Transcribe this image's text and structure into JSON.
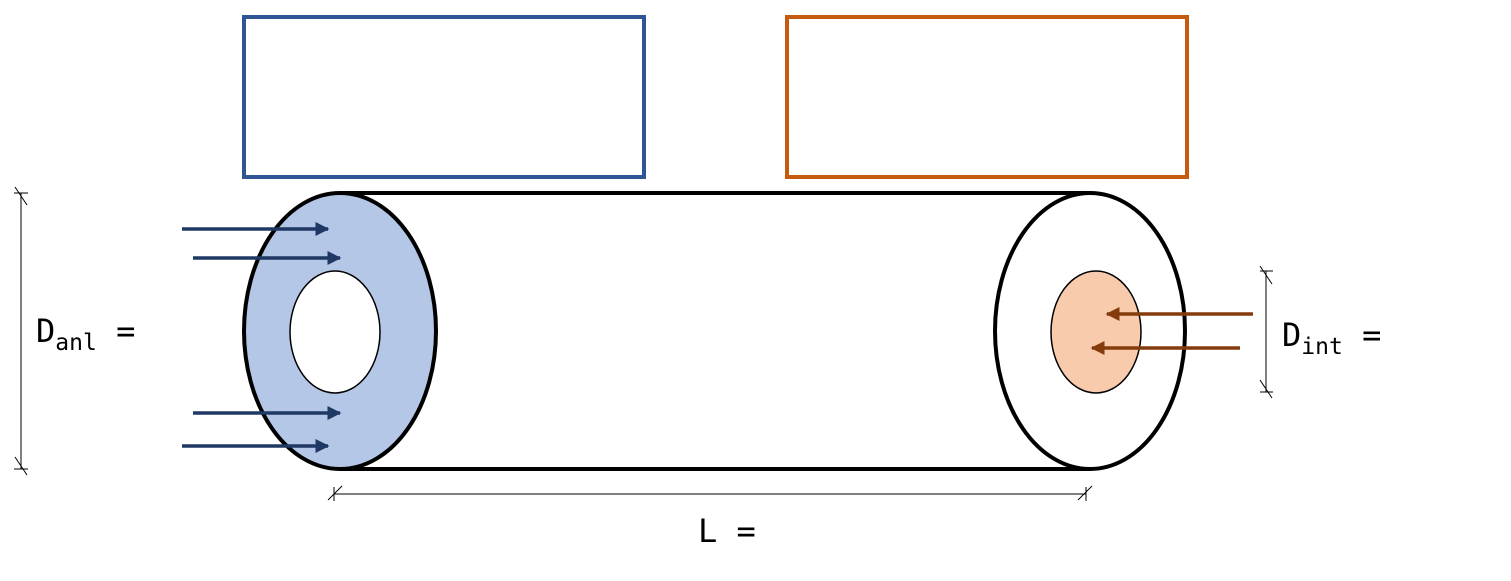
{
  "labels": {
    "annulus_diameter": {
      "symbol": "D",
      "subscript": "anl",
      "suffix": " ="
    },
    "inner_diameter": {
      "symbol": "D",
      "subscript": "int",
      "suffix": " ="
    },
    "length": {
      "text": "L ="
    }
  },
  "colors": {
    "annulus_fill": "#b4c7e7",
    "annulus_box_border": "#2f5597",
    "annulus_arrow": "#1f3864",
    "inner_fill": "#f8cbad",
    "inner_box_border": "#c55a11",
    "inner_arrow": "#843c0c",
    "outline": "#000000"
  },
  "boxes": {
    "annulus_box": {
      "value": ""
    },
    "inner_box": {
      "value": ""
    }
  }
}
